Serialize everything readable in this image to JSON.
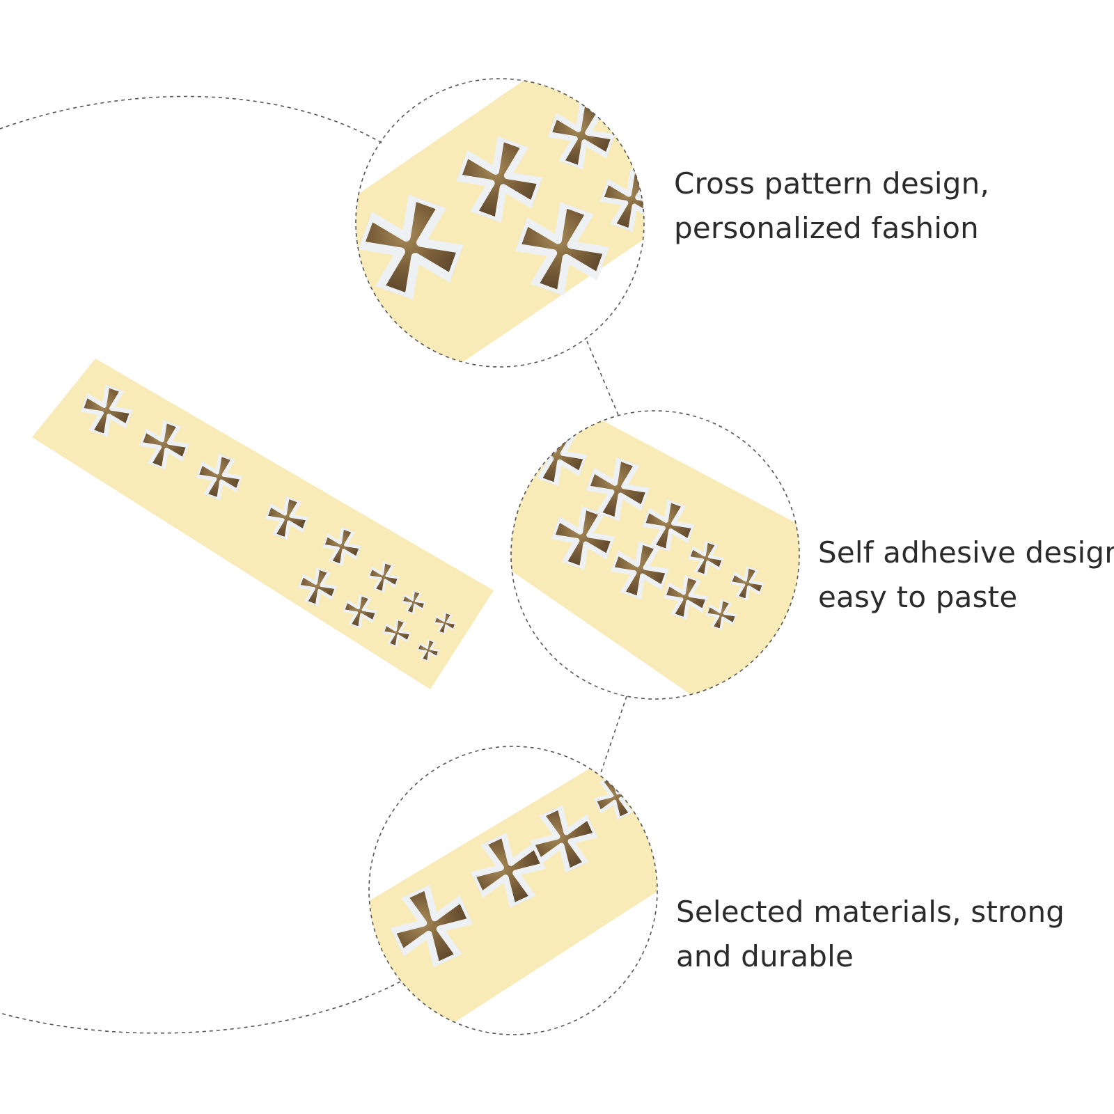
{
  "features": [
    {
      "line1": "Cross pattern design,",
      "line2": "personalized fashion"
    },
    {
      "line1": "Self adhesive design,",
      "line2": "easy to paste"
    },
    {
      "line1": "Selected materials, strong",
      "line2": "and durable"
    }
  ],
  "colors": {
    "background": "#ffffff",
    "sticker_backing": "#f8ebb8",
    "cross_fill": "#7a5f3a",
    "cross_outline": "#eef1f4",
    "dashed_line": "#555555",
    "text": "#2b2b2b"
  }
}
